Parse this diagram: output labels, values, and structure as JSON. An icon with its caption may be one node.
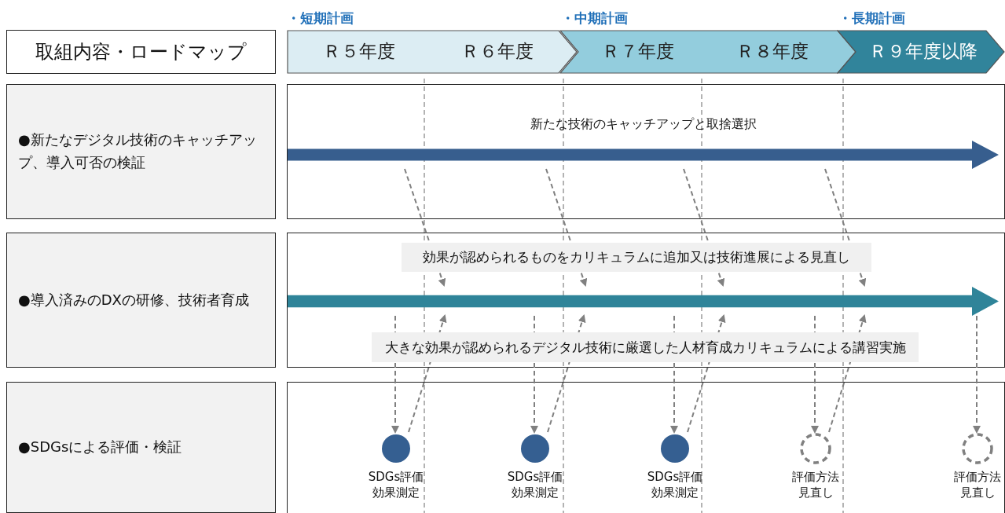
{
  "diagram": {
    "nodes": [
      {
        "text": [
          "取組内容・ロードマップ"
        ]
      },
      {
        "text": [
          "Ｒ５年度",
          "Ｒ６年度"
        ],
        "beside": [
          "・短期計画"
        ]
      },
      {
        "text": [
          "Ｒ７年度",
          "Ｒ８年度"
        ],
        "beside": [
          "・中期計画"
        ]
      },
      {
        "text": [
          "Ｒ９年度以降"
        ],
        "beside": [
          "・長期計画"
        ]
      },
      {
        "text": [
          "●新たなデジタル技術のキャッチアップ、導入可否の検証"
        ]
      },
      {
        "text": [],
        "shape": "box"
      },
      {
        "text": [
          "新たな技術のキャッチアップと取捨選択"
        ],
        "in": 5
      },
      {
        "text": [
          "●導入済みのDXの研修、技術者育成"
        ]
      },
      {
        "text": [],
        "shape": "box"
      },
      {
        "text": [
          "効果が認められるものをカリキュラムに追加又は技術進展による見直し",
          "大きな効果が認められるデジタル技術に厳選した人材育成カリキュラムによる講習実施"
        ],
        "in": 8
      },
      {
        "text": [
          "●SDGsによる評価・検証"
        ]
      },
      {
        "text": [],
        "shape": "box"
      },
      {
        "text": [],
        "shape": "circle",
        "in": 11,
        "beside": [
          "SDGs評価効果測定"
        ]
      },
      {
        "text": [],
        "shape": "circle",
        "in": 11,
        "beside": [
          "SDGs評価効果測定"
        ]
      },
      {
        "text": [],
        "shape": "circle",
        "in": 11,
        "beside": [
          "SDGs評価効果測定"
        ]
      },
      {
        "text": [],
        "shape": "ring",
        "in": 11,
        "beside": [
          "評価方法見直し"
        ]
      },
      {
        "text": [],
        "shape": "ring",
        "in": 11,
        "beside": [
          "評価方法見直し"
        ]
      }
    ],
    "edges": [
      {
        "from": 6,
        "to": 9,
        "arrow": "to",
        "style": "dashed"
      },
      {
        "from": 6,
        "to": 9,
        "arrow": "to",
        "style": "dashed"
      },
      {
        "from": 6,
        "to": 9,
        "arrow": "to",
        "style": "dashed"
      },
      {
        "from": 6,
        "to": 9,
        "arrow": "to",
        "style": "dashed"
      },
      {
        "from": 9,
        "to": 12,
        "arrow": "to",
        "style": "dashed"
      },
      {
        "from": 9,
        "to": 13,
        "arrow": "to",
        "style": "dashed"
      },
      {
        "from": 9,
        "to": 14,
        "arrow": "to",
        "style": "dashed"
      },
      {
        "from": 9,
        "to": 15,
        "arrow": "to",
        "style": "dashed"
      },
      {
        "from": 9,
        "to": 16,
        "arrow": "to",
        "style": "dashed"
      },
      {
        "from": 12,
        "to": 9,
        "arrow": "to",
        "style": "dashed"
      },
      {
        "from": 13,
        "to": 9,
        "arrow": "to",
        "style": "dashed"
      },
      {
        "from": 14,
        "to": 9,
        "arrow": "to",
        "style": "dashed"
      },
      {
        "from": 15,
        "to": 9,
        "arrow": "to",
        "style": "dashed"
      }
    ]
  }
}
